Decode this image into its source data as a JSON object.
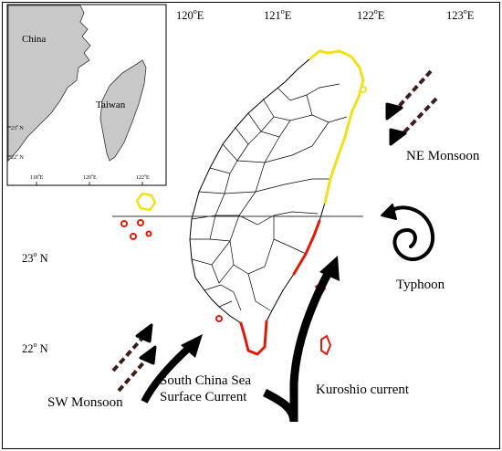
{
  "longitudes": [
    {
      "deg": "120",
      "sup": "o",
      "dir": "E"
    },
    {
      "deg": "121",
      "sup": "o",
      "dir": "E"
    },
    {
      "deg": "122",
      "sup": "o",
      "dir": "E"
    },
    {
      "deg": "123",
      "sup": "o",
      "dir": "E"
    }
  ],
  "latitudes": [
    {
      "deg": "23",
      "sup": "o",
      "dir": "N"
    },
    {
      "deg": "22",
      "sup": "o",
      "dir": "N"
    }
  ],
  "labels": {
    "ne_monsoon": "NE Monsoon",
    "typhoon": "Typhoon",
    "sw_monsoon": "SW Monsoon",
    "scs_line1": "South China Sea",
    "scs_line2": "Surface Current",
    "kuroshio": "Kuroshio current"
  },
  "inset": {
    "china": "China",
    "taiwan": "Taiwan",
    "lat_ticks": [
      {
        "deg": "23",
        "sup": "o",
        "dir": "N"
      },
      {
        "deg": "22",
        "sup": "o",
        "dir": "N"
      }
    ],
    "lon_ticks": [
      {
        "deg": "118",
        "sup": "o",
        "dir": "E"
      },
      {
        "deg": "120",
        "sup": "o",
        "dir": "E"
      },
      {
        "deg": "122",
        "sup": "o",
        "dir": "E"
      }
    ]
  },
  "colors": {
    "coast_north": "#f2e01a",
    "coast_south": "#e01a0a",
    "arrow": "#000000",
    "dashed_arrow": "#3b1f1b",
    "inset_land": "#c8c8c8"
  }
}
